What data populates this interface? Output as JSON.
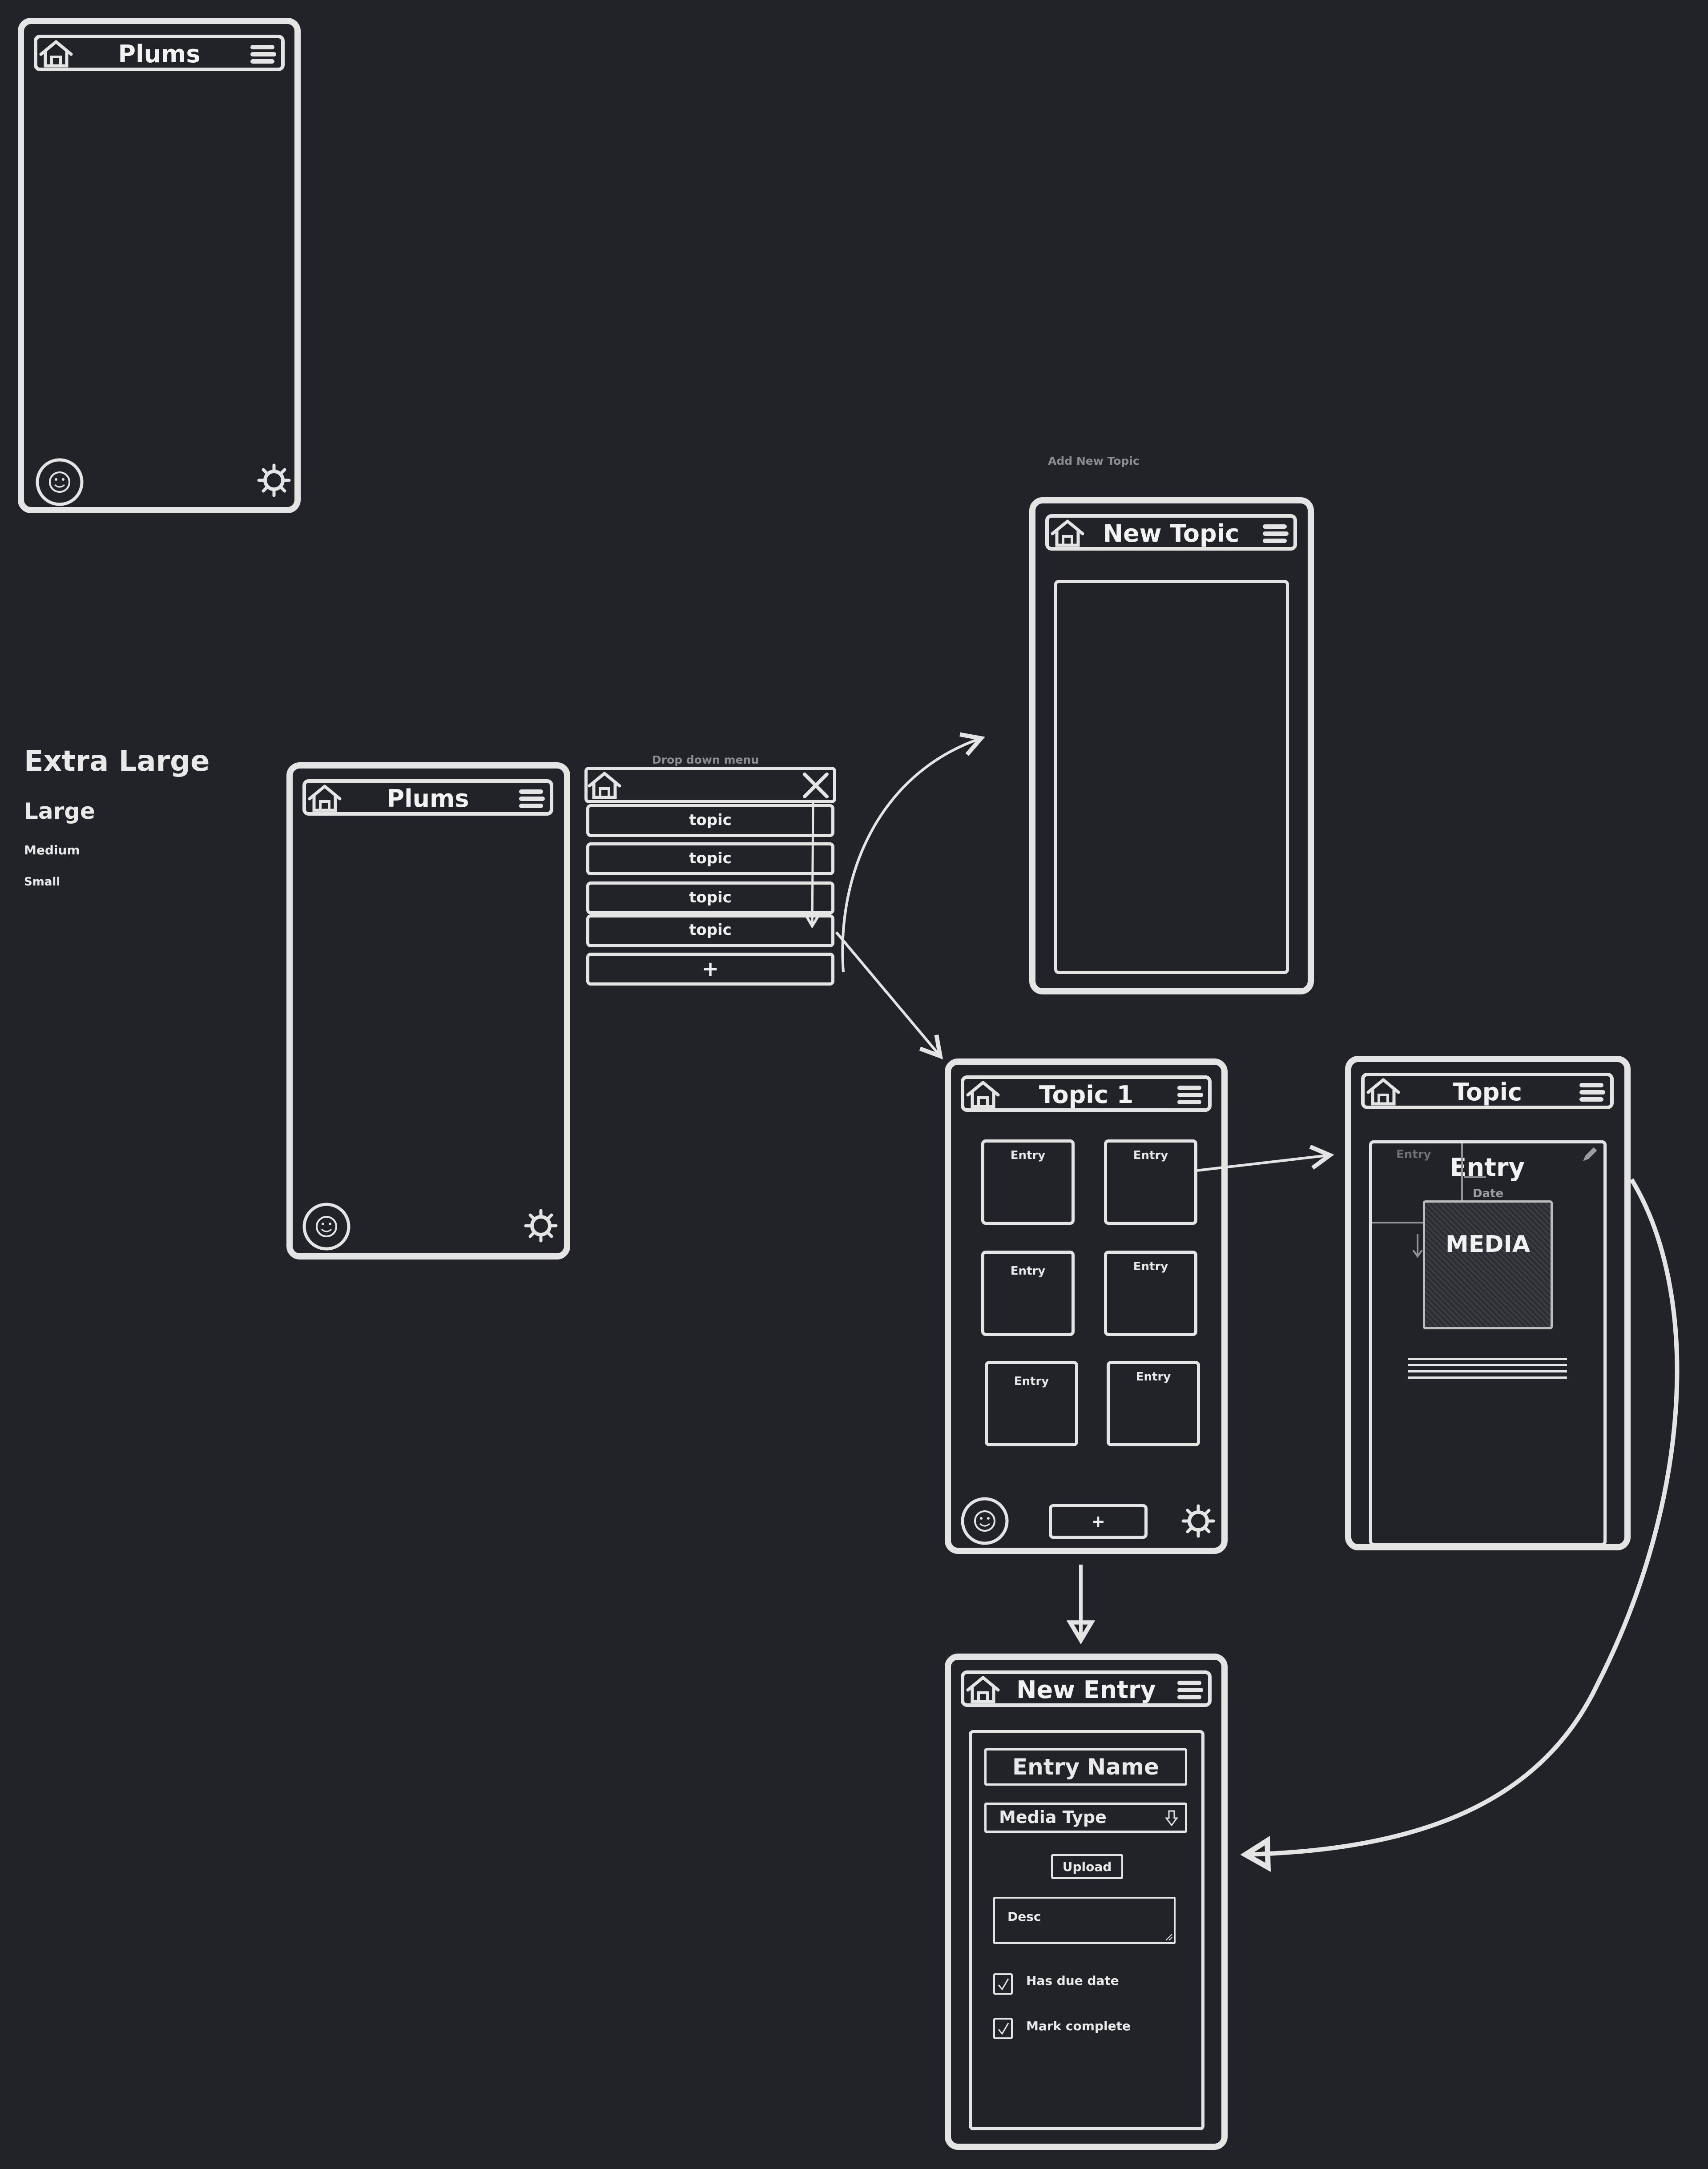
{
  "legend": {
    "extra_large": "Extra Large",
    "large": "Large",
    "medium": "Medium",
    "small": "Small"
  },
  "notes": {
    "drop_down_menu": "Drop down menu",
    "add_new_topic": "Add New Topic"
  },
  "screen_home_small": {
    "title": "Plums",
    "icons": [
      "home-icon",
      "hamburger-menu-icon",
      "smiley-icon",
      "gear-icon"
    ]
  },
  "screen_home": {
    "title": "Plums",
    "icons": [
      "home-icon",
      "hamburger-menu-icon",
      "smiley-icon",
      "gear-icon"
    ]
  },
  "dropdown": {
    "items": [
      "topic",
      "topic",
      "topic",
      "topic"
    ],
    "add_label": "+",
    "icons": [
      "home-icon",
      "close-icon",
      "arrow-down-icon"
    ]
  },
  "screen_new_topic": {
    "title": "New Topic"
  },
  "screen_topic1": {
    "title": "Topic 1",
    "entries": [
      "Entry",
      "Entry",
      "Entry",
      "Entry",
      "Entry",
      "Entry"
    ],
    "add_label": "+"
  },
  "screen_topic_detail": {
    "title": "Topic",
    "corner_label": "Entry",
    "entry_title": "Entry",
    "date_label": "Date",
    "media_label": "MEDIA",
    "icons": [
      "pencil-icon",
      "arrow-down-icon"
    ]
  },
  "screen_new_entry": {
    "title": "New Entry",
    "entry_name": "Entry Name",
    "media_type": "Media Type",
    "upload": "Upload",
    "desc": "Desc",
    "checkboxes": [
      "Has due date",
      "Mark complete"
    ]
  },
  "colors": {
    "background": "#212328",
    "stroke": "#e4e4e4",
    "note": "#8b8d92"
  }
}
